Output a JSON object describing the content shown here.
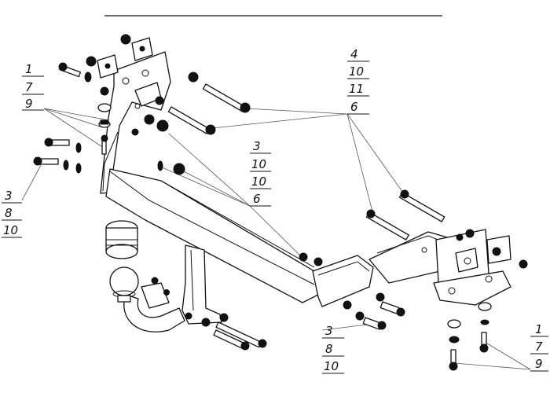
{
  "callouts": {
    "top_left": [
      "1",
      "7",
      "9"
    ],
    "left": [
      "3",
      "8",
      "10"
    ],
    "center": [
      "3",
      "10",
      "10",
      "6"
    ],
    "top_right": [
      "4",
      "10",
      "11",
      "6"
    ],
    "bottom_center": [
      "3",
      "8",
      "10"
    ],
    "bottom_right": [
      "1",
      "7",
      "9"
    ]
  }
}
